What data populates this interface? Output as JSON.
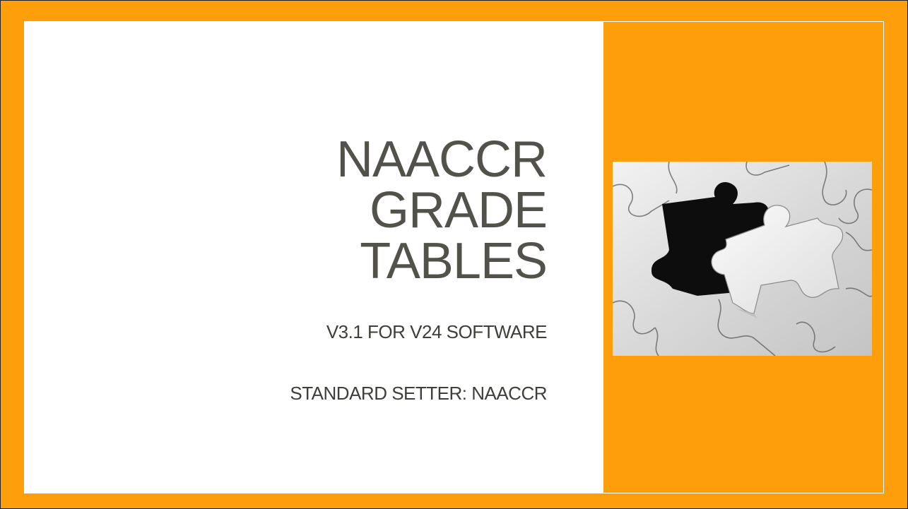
{
  "slide": {
    "title_lines": [
      "NAACCR",
      "GRADE",
      "TABLES"
    ],
    "subtitle_version": "V3.1 FOR V24 SOFTWARE",
    "subtitle_setter": "STANDARD SETTER: NAACCR",
    "image": "puzzle-pieces-photo",
    "colors": {
      "accent": "#ff9e0b",
      "text": "#53524a",
      "panel": "#ffffff"
    }
  }
}
